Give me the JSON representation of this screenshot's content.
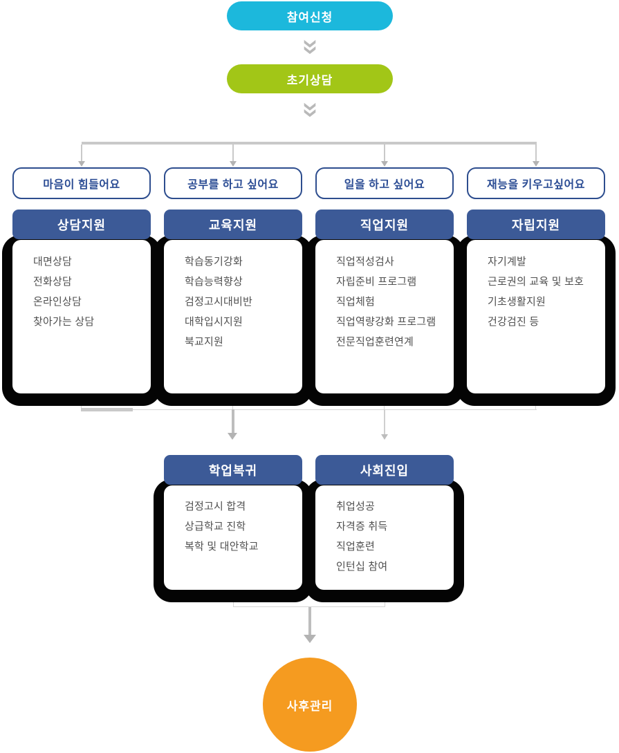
{
  "flow": {
    "start_step": {
      "label": "참여신청"
    },
    "initial_step": {
      "label": "초기상담"
    },
    "tracks": [
      {
        "need": "마음이 힘들어요",
        "title": "상담지원",
        "items": [
          "대면상담",
          "전화상담",
          "온라인상담",
          "찾아가는 상담"
        ]
      },
      {
        "need": "공부를 하고 싶어요",
        "title": "교육지원",
        "items": [
          "학습동기강화",
          "학습능력향상",
          "검정고시대비반",
          "대학입시지원",
          "북교지원"
        ]
      },
      {
        "need": "일을 하고 싶어요",
        "title": "직업지원",
        "items": [
          "직업적성검사",
          "자립준비 프로그램",
          "직업체험",
          "직업역량강화 프로그램",
          "전문직업훈련연계"
        ]
      },
      {
        "need": "재능을 키우고싶어요",
        "title": "자립지원",
        "items": [
          "자기계발",
          "근로권의 교육 및 보호",
          "기초생활지원",
          "건강검진 등"
        ]
      }
    ],
    "outcomes": [
      {
        "title": "학업복귀",
        "items": [
          "검정고시 합격",
          "상급학교 진학",
          "복학 및 대안학교"
        ]
      },
      {
        "title": "사회진입",
        "items": [
          "취업성공",
          "자격증 취득",
          "직업훈련",
          "인턴십 참여"
        ]
      }
    ],
    "final_step": {
      "label": "사후관리"
    }
  },
  "icons": {
    "step_separator": "double-chevron-down-icon",
    "branch_arrow": "arrow-down-icon"
  },
  "colors": {
    "start_pill_cyan": "#1cb8dc",
    "initial_pill_green": "#a2c617",
    "header_navy": "#3c5a97",
    "need_pill_border_navy": "#2d4d8e",
    "need_pill_text_navy": "#2b4c94",
    "item_text_gray": "#4f4f4f",
    "card_shadow_black": "#040404",
    "connector_gray": "#c9c9c9",
    "final_circle_orange": "#f59b20"
  }
}
